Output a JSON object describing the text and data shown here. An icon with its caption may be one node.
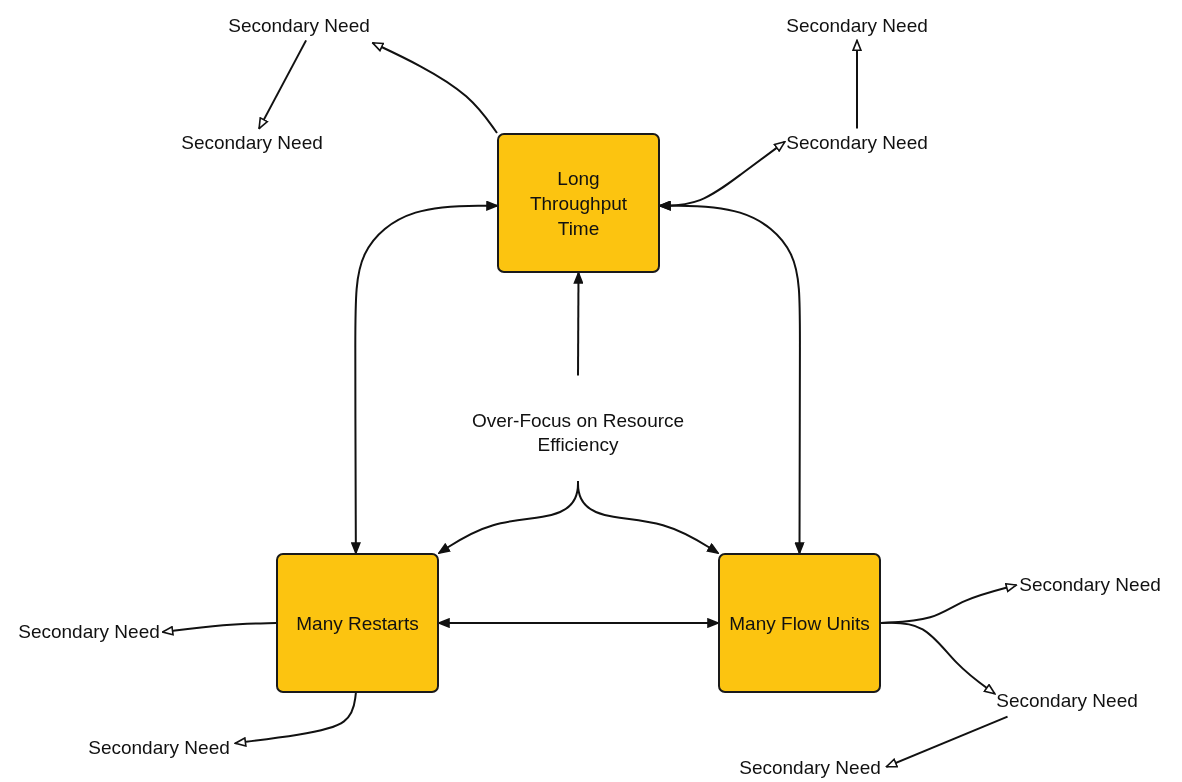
{
  "diagram": {
    "nodes": [
      {
        "text": [
          "Secondary Need"
        ]
      },
      {
        "text": [
          "Secondary Need"
        ]
      },
      {
        "text": [
          "Secondary Need"
        ]
      },
      {
        "text": [
          "Secondary Need"
        ]
      },
      {
        "text": [
          "Long Throughput Time"
        ]
      },
      {
        "text": [
          "Over-Focus on Resource Efficiency"
        ]
      },
      {
        "text": [
          "Many Restarts"
        ]
      },
      {
        "text": [
          "Many Flow Units"
        ]
      },
      {
        "text": [
          "Secondary Need"
        ]
      },
      {
        "text": [
          "Secondary Need"
        ]
      },
      {
        "text": [
          "Secondary Need"
        ]
      },
      {
        "text": [
          "Secondary Need"
        ]
      },
      {
        "text": [
          "Secondary Need"
        ]
      }
    ],
    "edges": [
      {
        "from": 4,
        "to": 0,
        "arrow": "to"
      },
      {
        "from": 0,
        "to": 2,
        "arrow": "to"
      },
      {
        "from": 3,
        "to": 1,
        "arrow": "to"
      },
      {
        "from": 4,
        "to": 3,
        "arrow": "both"
      },
      {
        "from": 4,
        "to": 6,
        "arrow": "both"
      },
      {
        "from": 4,
        "to": 7,
        "arrow": "both"
      },
      {
        "from": 5,
        "to": 4,
        "arrow": "to"
      },
      {
        "from": 5,
        "to": 6,
        "arrow": "to"
      },
      {
        "from": 5,
        "to": 7,
        "arrow": "to"
      },
      {
        "from": 6,
        "to": 7,
        "arrow": "both"
      },
      {
        "from": 6,
        "to": 9,
        "arrow": "to"
      },
      {
        "from": 6,
        "to": 11,
        "arrow": "to"
      },
      {
        "from": 7,
        "to": 8,
        "arrow": "to"
      },
      {
        "from": 7,
        "to": 10,
        "arrow": "to"
      },
      {
        "from": 10,
        "to": 12,
        "arrow": "to"
      }
    ]
  }
}
